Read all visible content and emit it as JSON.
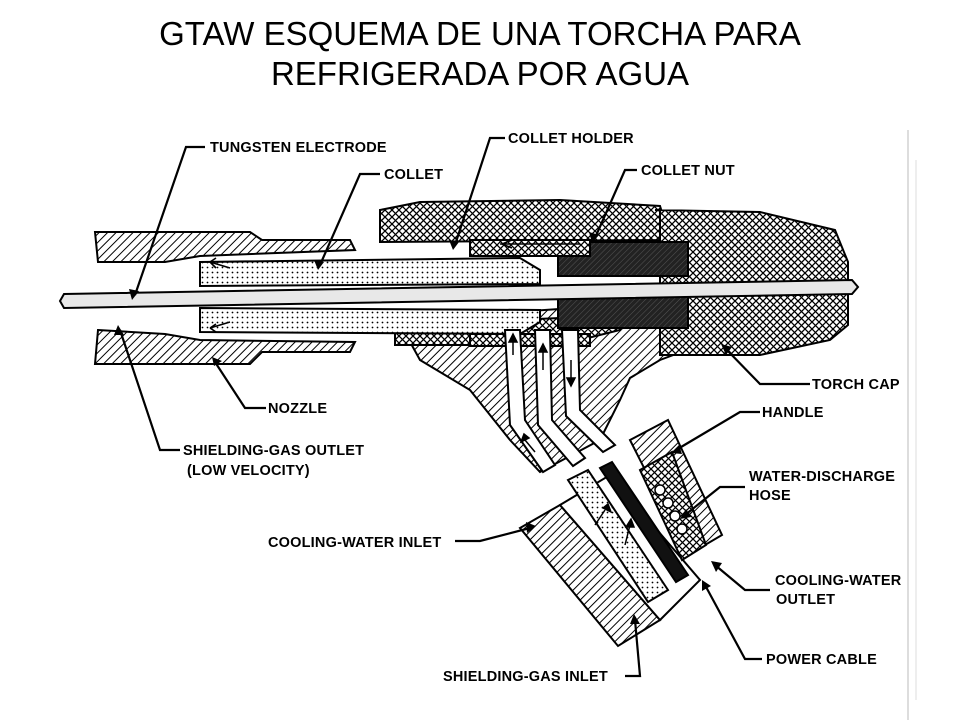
{
  "title": {
    "line1": "GTAW ESQUEMA DE UNA TORCHA PARA",
    "line2": "REFRIGERADA POR AGUA"
  },
  "labels": {
    "tungsten_electrode": "TUNGSTEN ELECTRODE",
    "collet_holder": "COLLET HOLDER",
    "collet": "COLLET",
    "collet_nut": "COLLET NUT",
    "torch_cap": "TORCH CAP",
    "nozzle": "NOZZLE",
    "handle": "HANDLE",
    "shielding_gas_outlet_1": "SHIELDING-GAS OUTLET",
    "shielding_gas_outlet_2": "(LOW VELOCITY)",
    "water_discharge_hose_1": "WATER-DISCHARGE",
    "water_discharge_hose_2": "HOSE",
    "cooling_water_inlet": "COOLING-WATER INLET",
    "cooling_water_outlet_1": "COOLING-WATER",
    "cooling_water_outlet_2": "OUTLET",
    "shielding_gas_inlet": "SHIELDING-GAS INLET",
    "power_cable": "POWER CABLE"
  }
}
